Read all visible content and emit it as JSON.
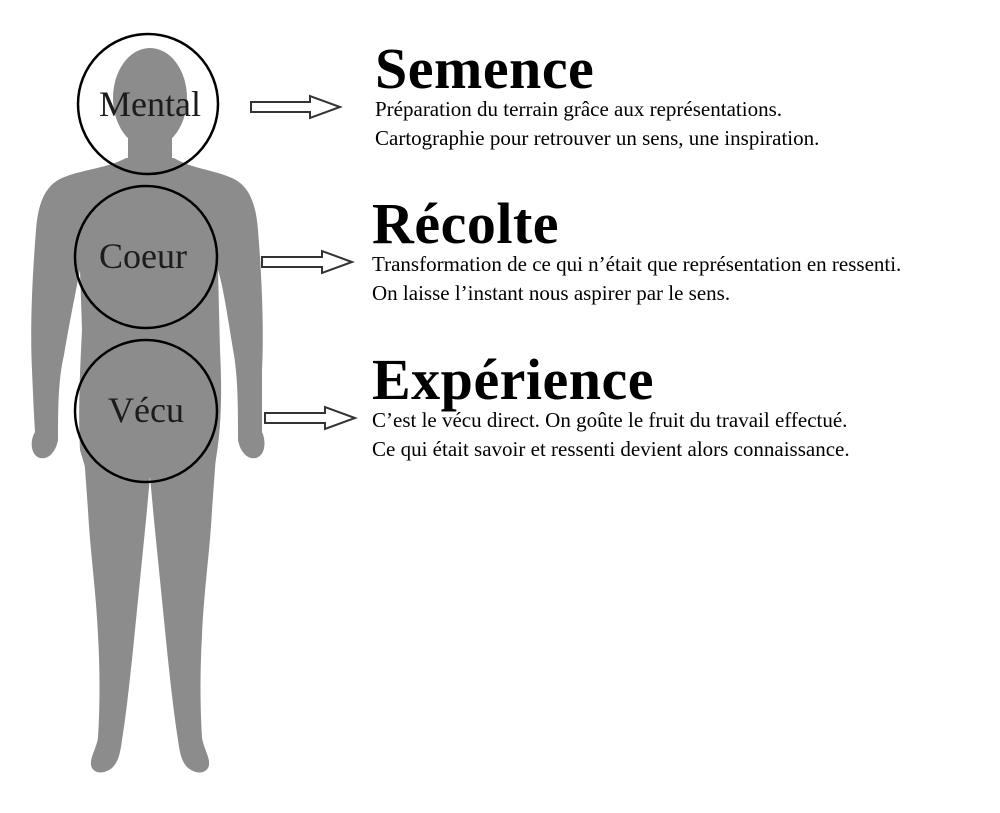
{
  "figure": {
    "colors": {
      "silhouette": "#8c8c8c",
      "circle_stroke": "#000000",
      "arrow_fill": "#ffffff",
      "arrow_stroke": "#333333",
      "text": "#000000"
    },
    "centers": [
      {
        "label": "Mental"
      },
      {
        "label": "Coeur"
      },
      {
        "label": "Vécu"
      }
    ],
    "sections": [
      {
        "title": "Semence",
        "lines": [
          "Préparation du terrain grâce aux représentations.",
          "Cartographie pour retrouver un sens, une inspiration."
        ]
      },
      {
        "title": "Récolte",
        "lines": [
          "Transformation de ce qui n’était que représentation en ressenti.",
          "On laisse l’instant nous aspirer par le sens."
        ]
      },
      {
        "title": "Expérience",
        "lines": [
          "C’est le vécu direct. On goûte le fruit du travail effectué.",
          "Ce qui était savoir et ressenti devient alors connaissance."
        ]
      }
    ]
  }
}
